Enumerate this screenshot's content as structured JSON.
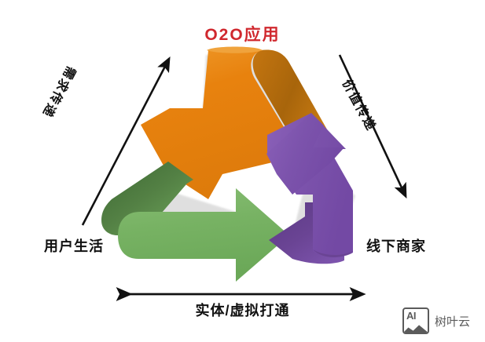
{
  "title": "O2O应用",
  "labels": {
    "diagonal_left": "需求传递",
    "diagonal_right": "价值传递",
    "bottom_left": "用户生活",
    "bottom_right": "线下商家",
    "bottom_center": "实体/虚拟打通"
  },
  "arrows": [
    {
      "name": "orange-arrow",
      "color": "#E8820E",
      "shade": "#A8650B",
      "points_to": "用户生活",
      "meaning": "需求传递"
    },
    {
      "name": "green-arrow",
      "color": "#77B263",
      "shade": "#4F7A41",
      "points_to": "线下商家",
      "meaning": "实体/虚拟打通"
    },
    {
      "name": "purple-arrow",
      "color": "#7C53AC",
      "shade": "#63408C",
      "points_to": "O2O应用",
      "meaning": "价值传递"
    }
  ],
  "colors": {
    "title": "#D0282E",
    "orange": "#E8820E",
    "orange_dark": "#A8650B",
    "green": "#77B263",
    "green_dark": "#4F7A41",
    "purple": "#7C53AC",
    "purple_dark": "#63408C",
    "outline": "#111111",
    "watermark": "#5B5B5B"
  },
  "watermark": {
    "icon_text": "AI",
    "text": "树叶云"
  }
}
